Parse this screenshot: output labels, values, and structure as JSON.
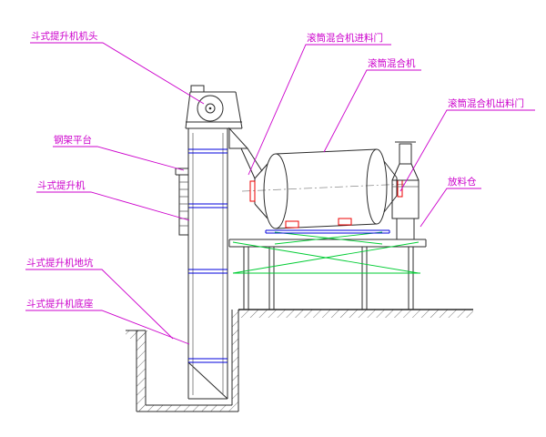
{
  "labels": {
    "elevator_head": "斗式提升机机头",
    "steel_platform": "钢架平台",
    "bucket_elevator": "斗式提升机",
    "elevator_pit": "斗式提升机地坑",
    "elevator_base": "斗式提升机底座",
    "mixer_feed_door": "滚筒混合机进料门",
    "drum_mixer": "滚筒混合机",
    "mixer_discharge_door": "滚筒混合机出料门",
    "discharge_bin": "放料仓"
  },
  "colors": {
    "label": "#cc00cc",
    "leader": "#cc00cc",
    "line": "#2b2b2b",
    "flange": "#0000dd",
    "brace": "#00cc33",
    "detail": "#ee0000",
    "hatch": "#555555",
    "bg": "#ffffff"
  }
}
